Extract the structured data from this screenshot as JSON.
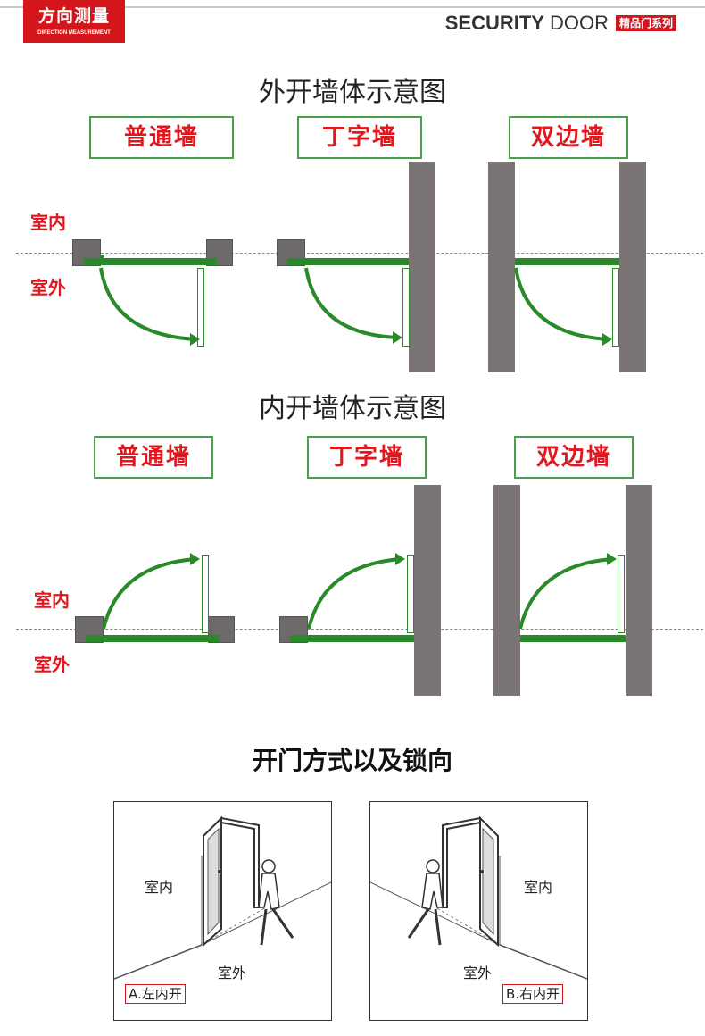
{
  "header": {
    "badge_title": "方向测量",
    "badge_subtitle": "DIRECTION MEASUREMENT",
    "brand_bold": "SECURITY",
    "brand_light": "DOOR",
    "brand_tag": "精品门系列"
  },
  "outward": {
    "title": "外开墙体示意图",
    "walls": [
      "普通墙",
      "丁字墙",
      "双边墙"
    ],
    "indoor": "室内",
    "outdoor": "室外"
  },
  "inward": {
    "title": "内开墙体示意图",
    "walls": [
      "普通墙",
      "丁字墙",
      "双边墙"
    ],
    "indoor": "室内",
    "outdoor": "室外"
  },
  "opening": {
    "title": "开门方式以及锁向",
    "panels": [
      {
        "indoor": "室内",
        "outdoor": "室外",
        "caption": "A.左内开"
      },
      {
        "indoor": "室内",
        "outdoor": "室外",
        "caption": "B.右内开"
      }
    ]
  },
  "colors": {
    "red": "#e0171e",
    "green": "#2a8a2a",
    "wall_gray": "#7b7474"
  }
}
